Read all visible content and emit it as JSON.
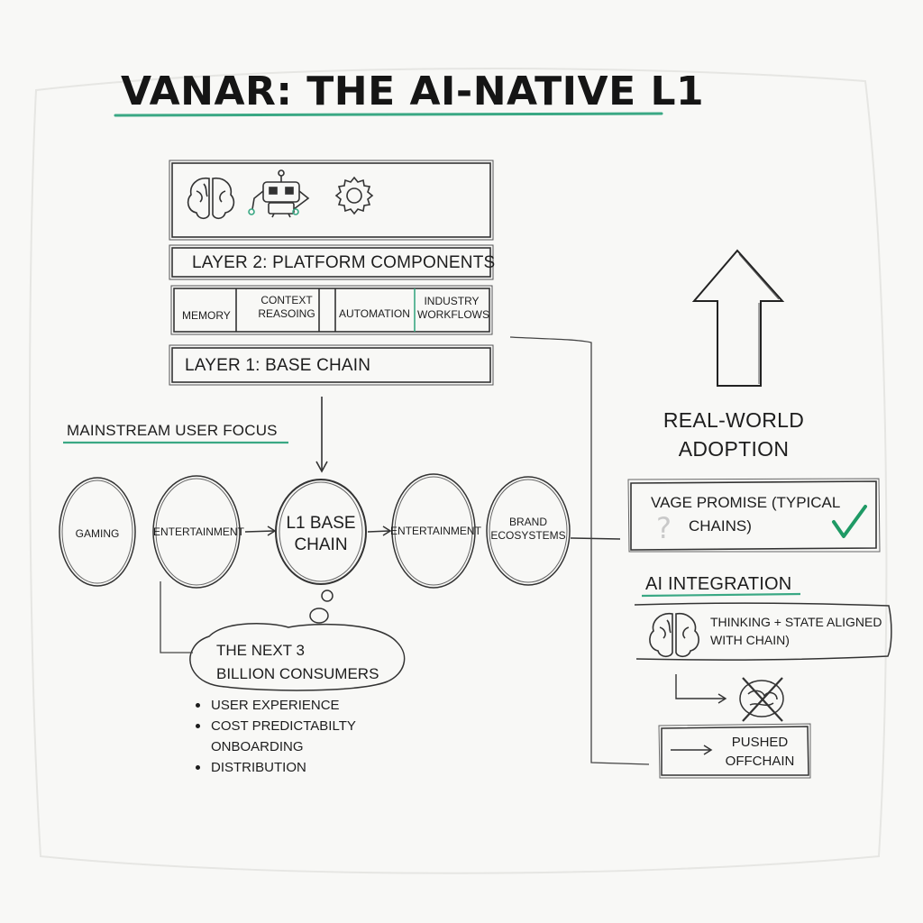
{
  "title": "VANAR: THE AI-NATIVE L1",
  "accent_color": "#2fa37a",
  "icons": [
    "brain-icon",
    "robot-icon",
    "gear-icon"
  ],
  "layer2_label": "LAYER 2: PLATFORM COMPONENTS",
  "components": {
    "memory": "MEMORY",
    "context_reasoning": "CONTEXT\nREASOING",
    "automation": "AUTOMATION",
    "industry_workflows": "INDUSTRY\nWORKFLOWS"
  },
  "layer1_label": "LAYER 1: BASE CHAIN",
  "mainstream_heading": "MAINSTREAM USER FOCUS",
  "circles": {
    "gaming": "GAMING",
    "entertainment_left": "ENTERTAINMENT",
    "l1_base_chain": "L1 BASE\nCHAIN",
    "entertainment_right": "ENTERTAINMENT",
    "brand_ecosystems": "BRAND\nECOSYSTEMS"
  },
  "cloud_text": "THE NEXT 3\nBILLION CONSUMERS",
  "bullets": [
    {
      "text": "USER EXPERIENCE",
      "dot": true
    },
    {
      "text": "COST PREDICTABILTY",
      "dot": true
    },
    {
      "text": "ONBOARDING",
      "dot": false
    },
    {
      "text": "DISTRIBUTION",
      "dot": true
    }
  ],
  "adoption_label": "REAL-WORLD\nADOPTION",
  "vage_promise": "VAGE PROMISE (TYPICAL\nCHAINS)",
  "ai_integration_heading": "AI INTEGRATION",
  "thinking_text": "THINKING + STATE ALIGNED\nWITH CHAIN)",
  "pushed_offchain": "PUSHED\nOFFCHAIN"
}
